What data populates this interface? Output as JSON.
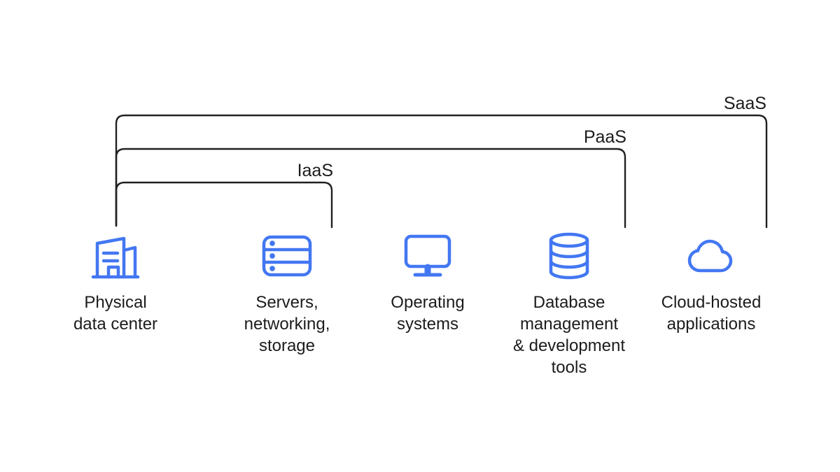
{
  "brackets": {
    "saas": {
      "label": "SaaS"
    },
    "paas": {
      "label": "PaaS"
    },
    "iaas": {
      "label": "IaaS"
    }
  },
  "columns": [
    {
      "icon": "building-icon",
      "lines": {
        "0": "Physical",
        "1": "data center"
      }
    },
    {
      "icon": "server-rack-icon",
      "lines": {
        "0": "Servers,",
        "1": "networking,",
        "2": "storage"
      }
    },
    {
      "icon": "monitor-icon",
      "lines": {
        "0": "Operating",
        "1": "systems"
      }
    },
    {
      "icon": "database-icon",
      "lines": {
        "0": "Database",
        "1": "management",
        "2": "& development",
        "3": "tools"
      }
    },
    {
      "icon": "cloud-icon",
      "lines": {
        "0": "Cloud-hosted",
        "1": "applications"
      }
    }
  ],
  "colors": {
    "icon_blue": "#4377f2",
    "line_dark": "#212121",
    "text": "#1c1c1e",
    "bg": "#ffffff"
  }
}
